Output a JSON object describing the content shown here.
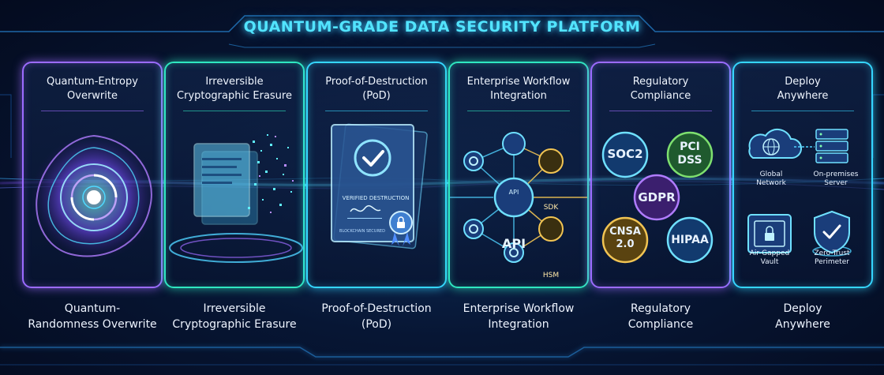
{
  "title": "QUANTUM-GRADE DATA SECURITY PLATFORM",
  "colors": {
    "cyan": "#35d6ff",
    "purple": "#9c6bff",
    "teal": "#2fe7c0",
    "blue": "#4f8dff",
    "gold": "#f1c453"
  },
  "cards": [
    {
      "head": [
        "Quantum-Entropy",
        "Overwrite"
      ],
      "bottom": [
        "Quantum-",
        "Randomness Overwrite"
      ]
    },
    {
      "head": [
        "Irreversible",
        "Cryptographic Erasure"
      ],
      "bottom": [
        "Irreversible",
        "Cryptographic Erasure"
      ]
    },
    {
      "head": [
        "Proof-of-Destruction",
        "(PoD)"
      ],
      "bottom": [
        "Proof-of-Destruction",
        "(PoD)"
      ],
      "certificate": {
        "caption": "VERIFIED DESTRUCTION",
        "footer": "BLOCKCHAIN SECURED"
      }
    },
    {
      "head": [
        "Enterprise Workflow",
        "Integration"
      ],
      "bottom": [
        "Enterprise Workflow",
        "Integration"
      ],
      "nodes": {
        "center": "API",
        "top": "API",
        "sdk": "SDK",
        "hsm": "HSM"
      }
    },
    {
      "head": [
        "Regulatory",
        "Compliance"
      ],
      "bottom": [
        "Regulatory",
        "Compliance"
      ],
      "badges": {
        "soc2": "SOC2",
        "pci": [
          "PCI",
          "DSS"
        ],
        "gdpr": "GDPR",
        "cnsa": [
          "CNSA",
          "2.0"
        ],
        "hipaa": "HIPAA"
      }
    },
    {
      "head": [
        "Deploy",
        "Anywhere"
      ],
      "bottom": [
        "Deploy",
        "Anywhere"
      ],
      "options": {
        "global": [
          "Global",
          "Network"
        ],
        "onprem": [
          "On-premises",
          "Server"
        ],
        "vault": [
          "Air-Gapped",
          "Vault"
        ],
        "zerotrust": [
          "Zero-Trust",
          "Perimeter"
        ]
      }
    }
  ]
}
